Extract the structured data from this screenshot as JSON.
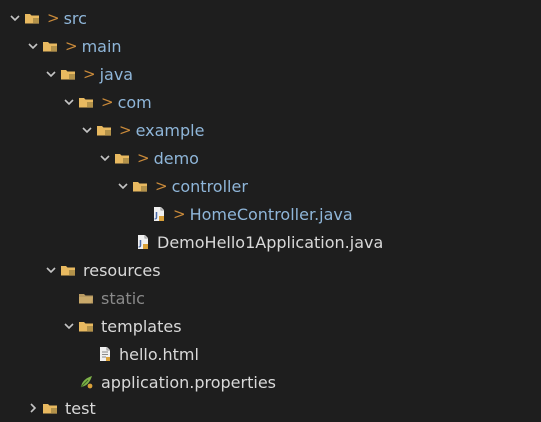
{
  "tree": {
    "dirty_marker": ">",
    "rows": {
      "src": {
        "label": "src"
      },
      "main": {
        "label": "main"
      },
      "java": {
        "label": "java"
      },
      "com": {
        "label": "com"
      },
      "example": {
        "label": "example"
      },
      "demo": {
        "label": "demo"
      },
      "controller": {
        "label": "controller"
      },
      "home_controller": {
        "label": "HomeController.java"
      },
      "demo_app": {
        "label": "DemoHello1Application.java"
      },
      "resources": {
        "label": "resources"
      },
      "static": {
        "label": "static"
      },
      "templates": {
        "label": "templates"
      },
      "hello_html": {
        "label": "hello.html"
      },
      "app_props": {
        "label": "application.properties"
      },
      "test": {
        "label": "test"
      }
    }
  },
  "colors": {
    "background": "#1e1e1e",
    "modified_label": "#8fb6d9",
    "normal_label": "#d9d9d9",
    "dim_label": "#8a8a8a",
    "dirty_marker": "#c98a3a",
    "folder_icon": "#e8b960"
  },
  "icons": {
    "expanded_twisty": "chevron-down-icon",
    "folder": "folder-package-icon",
    "java_file": "java-file-icon",
    "html_file": "html-file-icon",
    "properties_file": "properties-file-icon"
  }
}
